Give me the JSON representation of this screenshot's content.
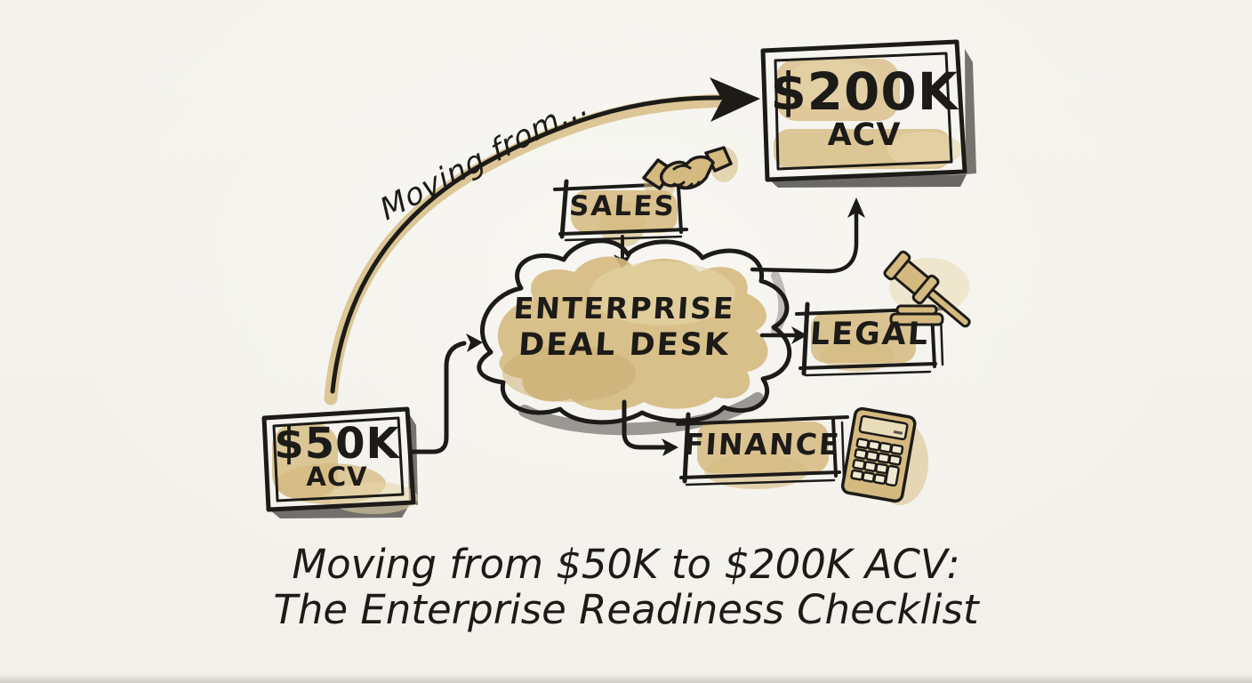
{
  "caption": {
    "line1": "Moving from $50K to $200K ACV:",
    "line2": "The Enterprise Readiness Checklist"
  },
  "diagram": {
    "arrow_label": "Moving from...",
    "nodes": {
      "acv200": {
        "value": "$200K",
        "unit": "ACV"
      },
      "acv50": {
        "value": "$50K",
        "unit": "ACV"
      },
      "deal_desk": {
        "line1": "ENTERPRISE",
        "line2": "DEAL DESK"
      },
      "sales": {
        "label": "SALES"
      },
      "legal": {
        "label": "LEGAL"
      },
      "finance": {
        "label": "FINANCE"
      }
    },
    "edges": [
      {
        "from": "$50K ACV",
        "to": "$200K ACV",
        "label": "Moving from...",
        "style": "bold-curve"
      },
      {
        "from": "$50K ACV",
        "to": "Enterprise Deal Desk"
      },
      {
        "from": "SALES",
        "to": "Enterprise Deal Desk"
      },
      {
        "from": "Enterprise Deal Desk",
        "to": "LEGAL"
      },
      {
        "from": "Enterprise Deal Desk",
        "to": "FINANCE"
      },
      {
        "from": "Enterprise Deal Desk",
        "to": "$200K ACV"
      }
    ],
    "icons": [
      "handshake-icon",
      "gavel-icon",
      "calculator-icon"
    ]
  },
  "colors": {
    "paper": "#f4f2ec",
    "ink": "#1d1b18",
    "wash": "#d5ba80",
    "wash_light": "#e6d7ab",
    "shadow": "#4a4742"
  }
}
